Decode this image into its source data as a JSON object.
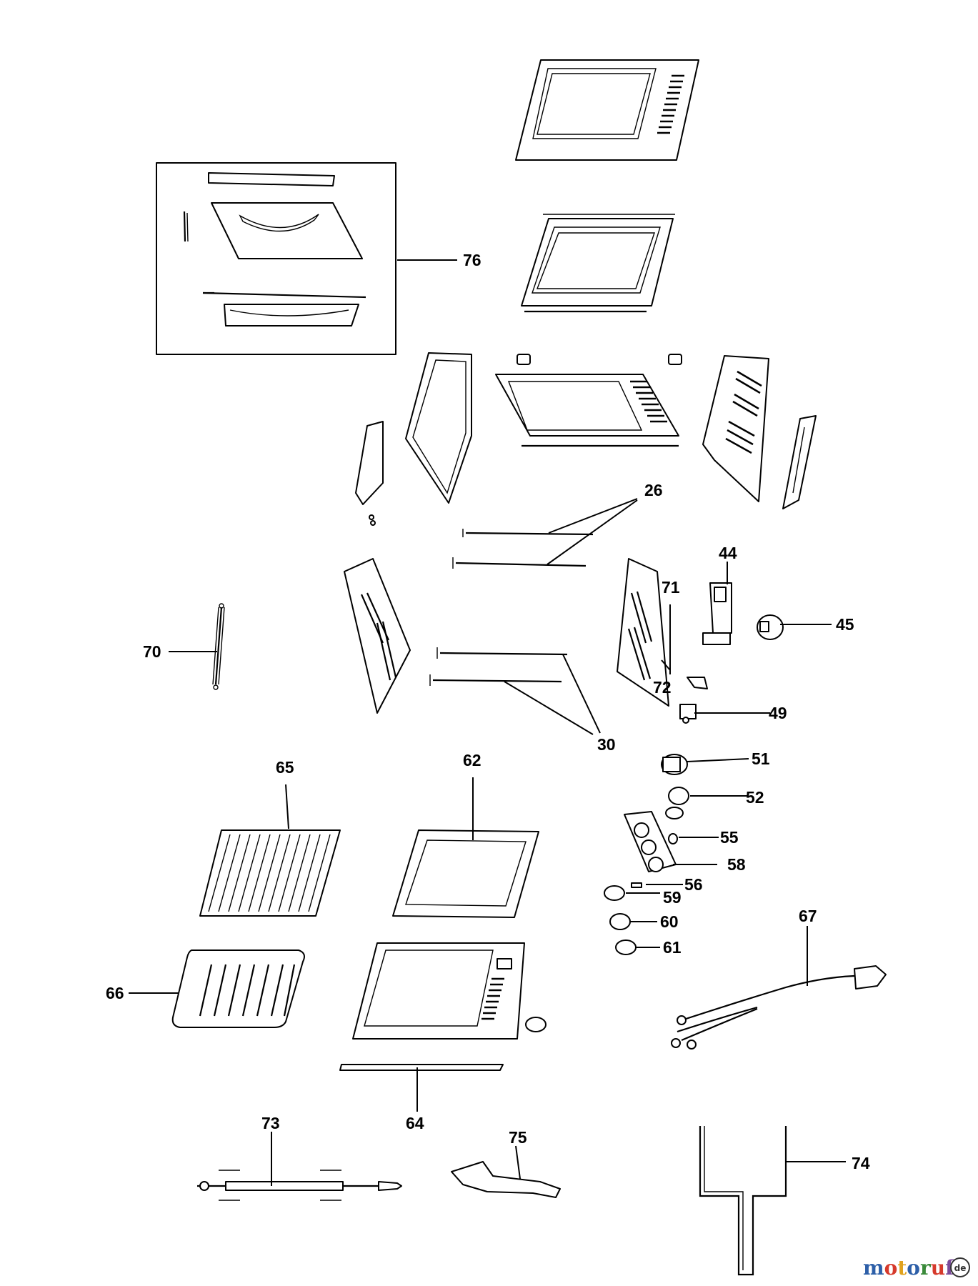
{
  "callouts": {
    "c26": "26",
    "c30": "30",
    "c44": "44",
    "c45": "45",
    "c49": "49",
    "c51": "51",
    "c52": "52",
    "c55": "55",
    "c56": "56",
    "c58": "58",
    "c59": "59",
    "c60": "60",
    "c61": "61",
    "c62": "62",
    "c64": "64",
    "c65": "65",
    "c66": "66",
    "c67": "67",
    "c70": "70",
    "c71": "71",
    "c72": "72",
    "c73": "73",
    "c74": "74",
    "c75": "75",
    "c76": "76"
  },
  "watermark": {
    "text": "motoruf",
    "badge": "de",
    "colors": [
      "#2d5fa8",
      "#d63a2c",
      "#e0a21d",
      "#2d5fa8",
      "#3a8a3a",
      "#d63a2c",
      "#7a4a9a"
    ]
  }
}
